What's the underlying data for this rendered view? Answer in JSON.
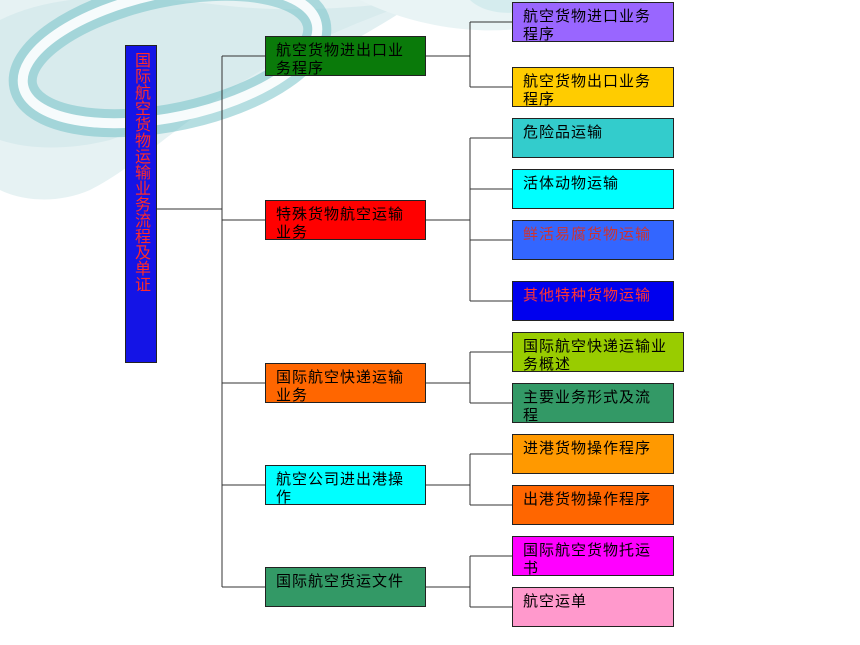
{
  "root": {
    "label": "国际航空货物运输业务流程及单证"
  },
  "colors": {
    "root_bg": "#1414e6",
    "root_text": "#ff2a2a",
    "line": "#333333"
  },
  "branches": [
    {
      "label": "航空货物进出口业务程序",
      "bg": "#0a7a0a",
      "fg": "#000000",
      "children": [
        {
          "label": "航空货物进口业务程序",
          "bg": "#9966ff",
          "fg": "#000000"
        },
        {
          "label": "航空货物出口业务程序",
          "bg": "#ffcc00",
          "fg": "#000000"
        }
      ]
    },
    {
      "label": "特殊货物航空运输业务",
      "bg": "#ff0000",
      "fg": "#000000",
      "children": [
        {
          "label": "危险品运输",
          "bg": "#33cccc",
          "fg": "#000000"
        },
        {
          "label": "活体动物运输",
          "bg": "#00ffff",
          "fg": "#000000"
        },
        {
          "label": "鲜活易腐货物运输",
          "bg": "#3366ff",
          "fg": "#cc3333"
        },
        {
          "label": "其他特种货物运输",
          "bg": "#0000ee",
          "fg": "#ff3333"
        }
      ]
    },
    {
      "label": "国际航空快递运输业务",
      "bg": "#ff6600",
      "fg": "#000000",
      "children": [
        {
          "label": "国际航空快递运输业务概述",
          "bg": "#99cc00",
          "fg": "#000000"
        },
        {
          "label": "主要业务形式及流程",
          "bg": "#339966",
          "fg": "#000000"
        }
      ]
    },
    {
      "label": "航空公司进出港操作",
      "bg": "#00ffff",
      "fg": "#000000",
      "children": [
        {
          "label": "进港货物操作程序",
          "bg": "#ff9900",
          "fg": "#000000"
        },
        {
          "label": "出港货物操作程序",
          "bg": "#ff6600",
          "fg": "#000000"
        }
      ]
    },
    {
      "label": "国际航空货运文件",
      "bg": "#339966",
      "fg": "#000000",
      "children": [
        {
          "label": "国际航空货物托运书",
          "bg": "#ff00ff",
          "fg": "#000000"
        },
        {
          "label": "航空运单",
          "bg": "#ff99cc",
          "fg": "#000000"
        }
      ]
    }
  ]
}
